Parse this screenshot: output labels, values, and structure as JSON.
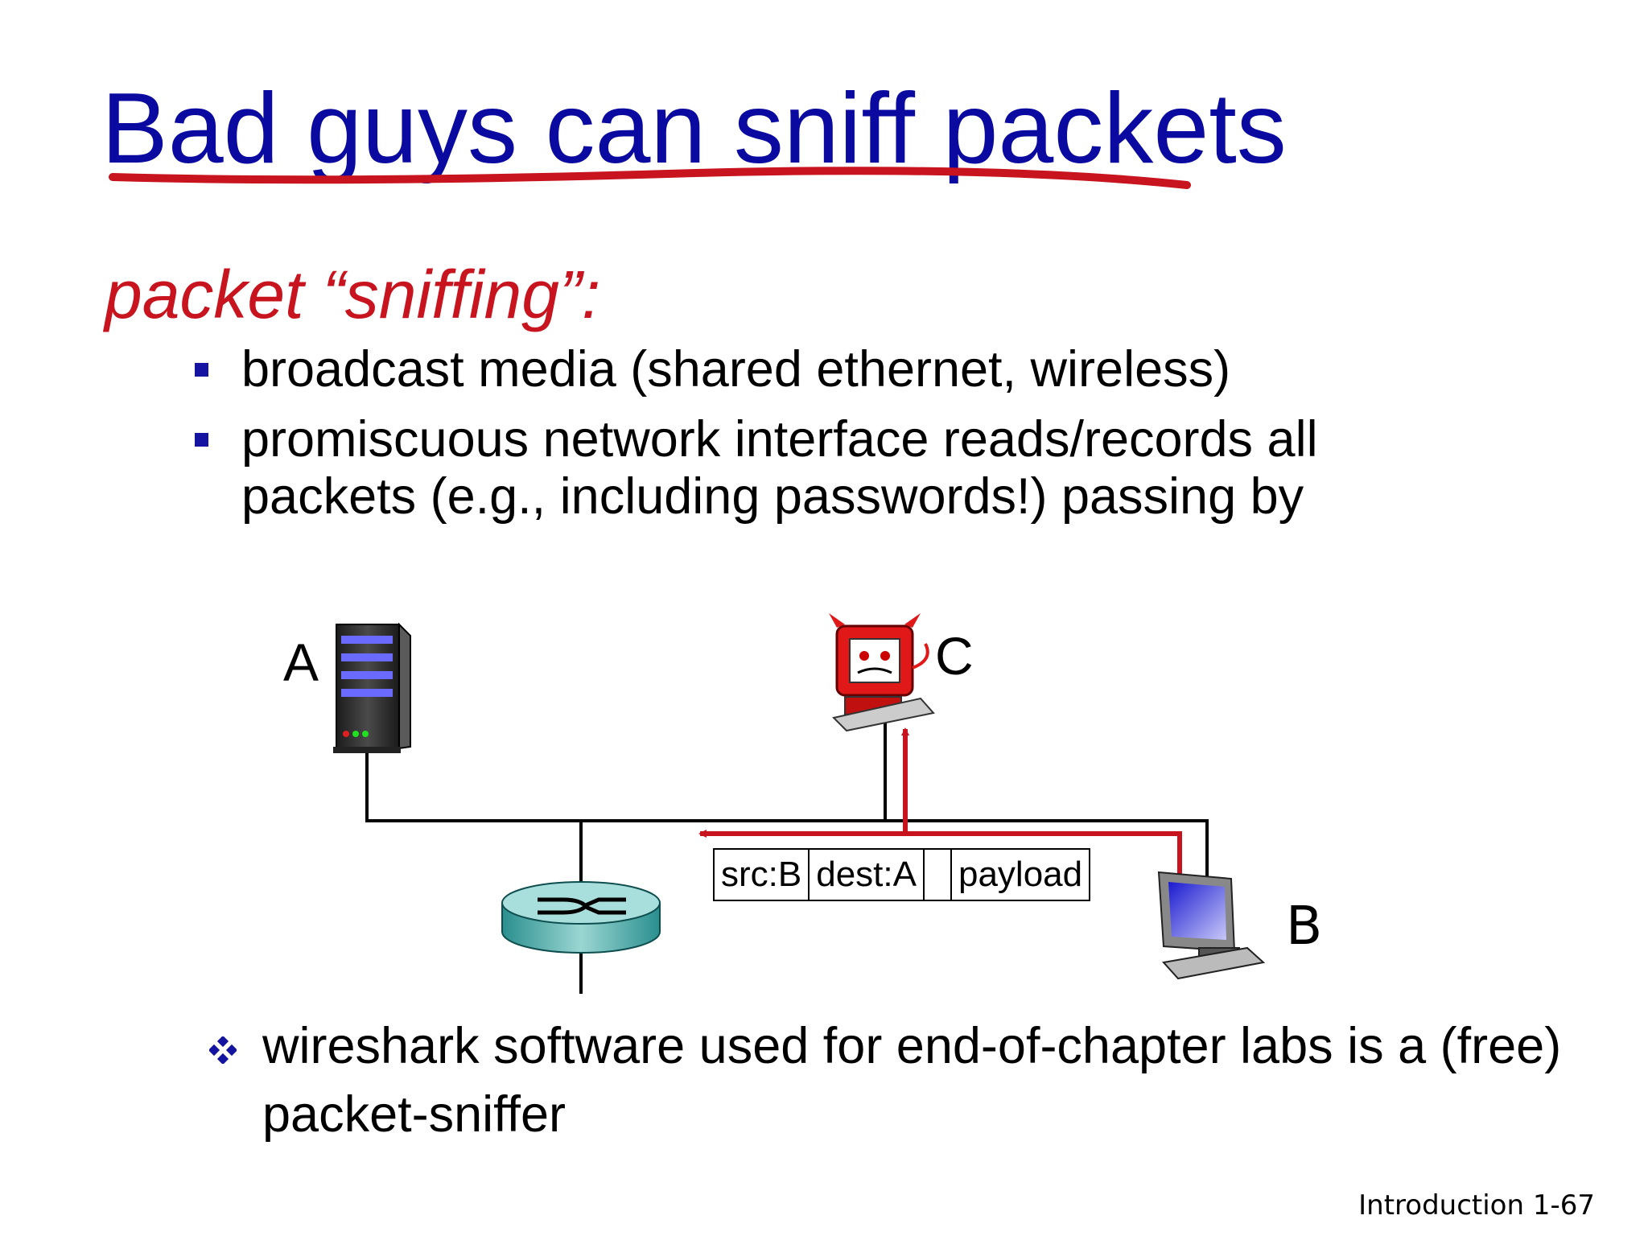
{
  "slide": {
    "title": "Bad guys can sniff packets",
    "subtitle": "packet “sniffing”:",
    "bullets": [
      "broadcast media (shared ethernet, wireless)",
      "promiscuous network interface reads/records all packets (e.g., including passwords!) passing by"
    ],
    "note": "wireshark software used for end-of-chapter labs is a (free) packet-sniffer",
    "footer": "Introduction 1-67"
  },
  "diagram": {
    "hosts": {
      "a": {
        "label": "A",
        "icon": "server-icon"
      },
      "c": {
        "label": "C",
        "icon": "devil-computer-icon"
      },
      "b": {
        "label": "B",
        "icon": "desktop-computer-icon"
      }
    },
    "router_icon": "router-icon",
    "packet": {
      "src": "src:B",
      "dest": "dest:A",
      "blank": "",
      "payload": "payload"
    }
  },
  "colors": {
    "title": "#0a0aa0",
    "subtitle": "#c8141e",
    "arrow": "#c8141e",
    "bullet": "#1414a0"
  }
}
